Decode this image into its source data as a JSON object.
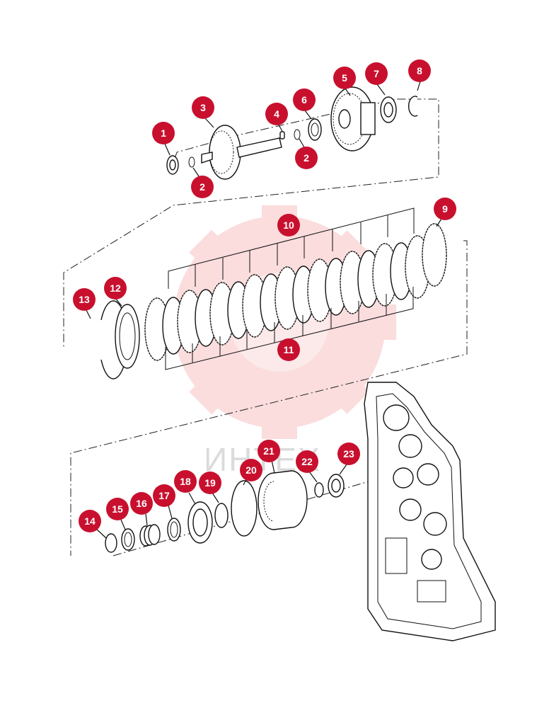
{
  "watermark": {
    "text": "ИНТЕХ",
    "color": "#e8323a"
  },
  "callout_color": "#c8102e",
  "callouts": [
    {
      "id": "c1",
      "label": "1"
    },
    {
      "id": "c2a",
      "label": "2"
    },
    {
      "id": "c2b",
      "label": "2"
    },
    {
      "id": "c3",
      "label": "3"
    },
    {
      "id": "c4",
      "label": "4"
    },
    {
      "id": "c5",
      "label": "5"
    },
    {
      "id": "c6",
      "label": "6"
    },
    {
      "id": "c7",
      "label": "7"
    },
    {
      "id": "c8",
      "label": "8"
    },
    {
      "id": "c9",
      "label": "9"
    },
    {
      "id": "c10",
      "label": "10"
    },
    {
      "id": "c11",
      "label": "11"
    },
    {
      "id": "c12",
      "label": "12"
    },
    {
      "id": "c13",
      "label": "13"
    },
    {
      "id": "c14",
      "label": "14"
    },
    {
      "id": "c15",
      "label": "15"
    },
    {
      "id": "c16",
      "label": "16"
    },
    {
      "id": "c17",
      "label": "17"
    },
    {
      "id": "c18",
      "label": "18"
    },
    {
      "id": "c19",
      "label": "19"
    },
    {
      "id": "c20",
      "label": "20"
    },
    {
      "id": "c21",
      "label": "21"
    },
    {
      "id": "c22",
      "label": "22"
    },
    {
      "id": "c23",
      "label": "23"
    }
  ]
}
